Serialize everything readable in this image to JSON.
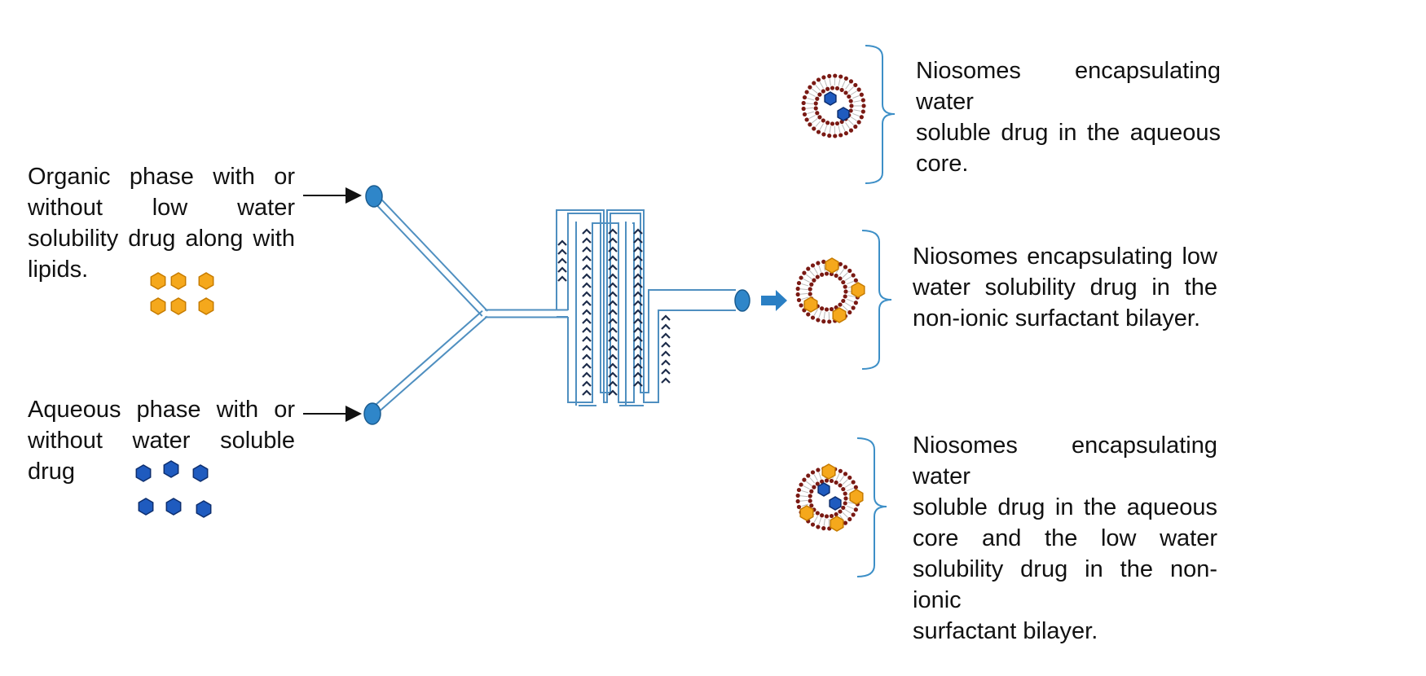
{
  "inputs": {
    "organic": {
      "lines": [
        "Organic phase with or",
        "without low water",
        "solubility drug along with",
        "lipids."
      ]
    },
    "aqueous": {
      "lines": [
        "Aqueous phase with or",
        "without water soluble drug"
      ]
    }
  },
  "outputs": [
    {
      "lines": [
        "Niosomes encapsulating water",
        "soluble drug in the aqueous",
        "core."
      ]
    },
    {
      "lines": [
        "Niosomes encapsulating low",
        "water solubility drug in the",
        "non-ionic surfactant bilayer."
      ]
    },
    {
      "lines": [
        "Niosomes encapsulating water",
        "soluble drug in the aqueous",
        "core and the low water",
        "solubility drug in the non-ionic",
        "surfactant bilayer."
      ]
    }
  ],
  "icons": {
    "low_solubility_drug": "orange-hexagon",
    "water_soluble_drug": "blue-hexagon",
    "niosome": "bilayer-vesicle"
  },
  "colors": {
    "channel": "#4f8fc0",
    "inlet": "#2f86c9",
    "lipid_head": "#7a1a14",
    "lipid_tail": "#b9b9b9",
    "hydrophobic_drug": "#f5a81c",
    "hydrophilic_drug": "#1f5bbf",
    "text": "#111111"
  }
}
